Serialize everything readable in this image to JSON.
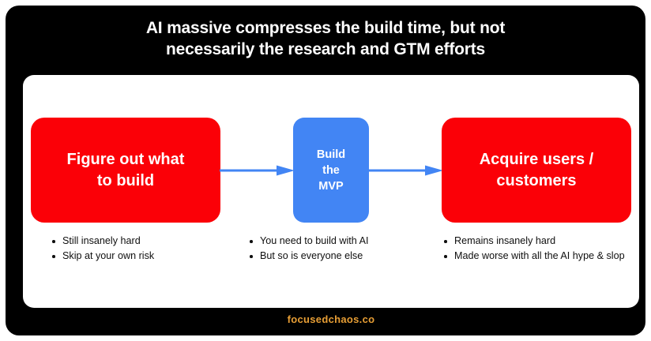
{
  "slide": {
    "background_color": "#000000",
    "card_color": "#ffffff",
    "title_line_1": "AI massive compresses the build time, but not",
    "title_line_2": "necessarily the research and GTM efforts",
    "footer": "focusedchaos.co",
    "footer_color": "#e79e35"
  },
  "flow": {
    "accent_red": "#fb0007",
    "accent_blue": "#4285f4",
    "stages": [
      {
        "id": "research",
        "label_line_1": "Figure out what",
        "label_line_2": "to build",
        "color": "#fb0007",
        "bullets": [
          "Still insanely hard",
          "Skip at your own risk"
        ]
      },
      {
        "id": "mvp",
        "label_line_1": "Build",
        "label_line_2": "the",
        "label_line_3": "MVP",
        "color": "#4285f4",
        "bullets": [
          "You need to build with AI",
          "But so is everyone else"
        ]
      },
      {
        "id": "acquire",
        "label_line_1": "Acquire users /",
        "label_line_2": "customers",
        "color": "#fb0007",
        "bullets": [
          "Remains insanely hard",
          "Made worse with all the AI hype & slop"
        ]
      }
    ],
    "connectors": [
      {
        "id": "arrow-research-to-mvp",
        "direction": "right"
      },
      {
        "id": "arrow-mvp-to-acquire",
        "direction": "right"
      }
    ]
  }
}
